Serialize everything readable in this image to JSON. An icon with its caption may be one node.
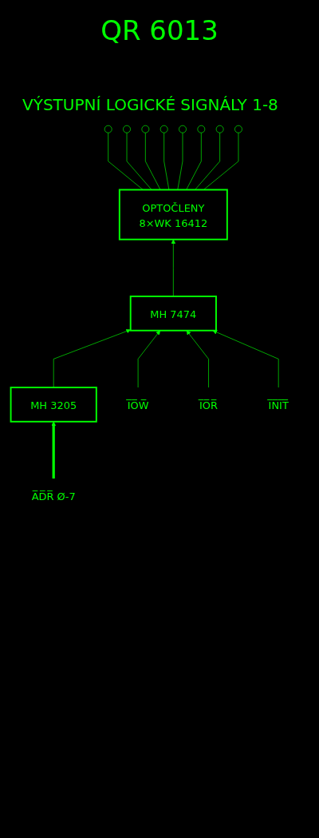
{
  "diagram": {
    "title": "QR 6013",
    "nodes": [
      {
        "text": [],
        "shape": "circle"
      },
      {
        "text": [],
        "shape": "circle"
      },
      {
        "text": [],
        "shape": "circle"
      },
      {
        "text": [],
        "shape": "circle"
      },
      {
        "text": [],
        "shape": "circle"
      },
      {
        "text": [],
        "shape": "circle"
      },
      {
        "text": [],
        "shape": "circle"
      },
      {
        "text": [],
        "shape": "circle"
      },
      {
        "text": [
          "OPTOČLENY",
          "8×WK 16412"
        ]
      },
      {
        "text": [
          "MH 7474"
        ]
      },
      {
        "text": [
          "MH 3205"
        ]
      },
      {
        "text": [
          "A̅D̅R̅ Ø-7"
        ]
      },
      {
        "text": [
          "I̅O̅W̅"
        ]
      },
      {
        "text": [
          "I̅O̅R̅"
        ]
      },
      {
        "text": [
          "I̅N̅I̅T̅"
        ]
      }
    ],
    "edges": [
      {
        "from": 8,
        "to": 0,
        "arrow": "none"
      },
      {
        "from": 8,
        "to": 1,
        "arrow": "none"
      },
      {
        "from": 8,
        "to": 2,
        "arrow": "none"
      },
      {
        "from": 8,
        "to": 3,
        "arrow": "none"
      },
      {
        "from": 8,
        "to": 4,
        "arrow": "none"
      },
      {
        "from": 8,
        "to": 5,
        "arrow": "none"
      },
      {
        "from": 8,
        "to": 6,
        "arrow": "none"
      },
      {
        "from": 8,
        "to": 7,
        "arrow": "none"
      },
      {
        "from": 9,
        "to": 8,
        "arrow": "to"
      },
      {
        "from": 10,
        "to": 9,
        "arrow": "to"
      },
      {
        "from": 11,
        "to": 10,
        "arrow": "to",
        "style": "thick"
      },
      {
        "from": 12,
        "to": 9,
        "arrow": "to"
      },
      {
        "from": 13,
        "to": 9,
        "arrow": "to"
      },
      {
        "from": 14,
        "to": 9,
        "arrow": "to"
      }
    ],
    "labels": [
      "VÝSTUPNÍ LOGICKÉ SIGNÁLY 1-8"
    ]
  }
}
